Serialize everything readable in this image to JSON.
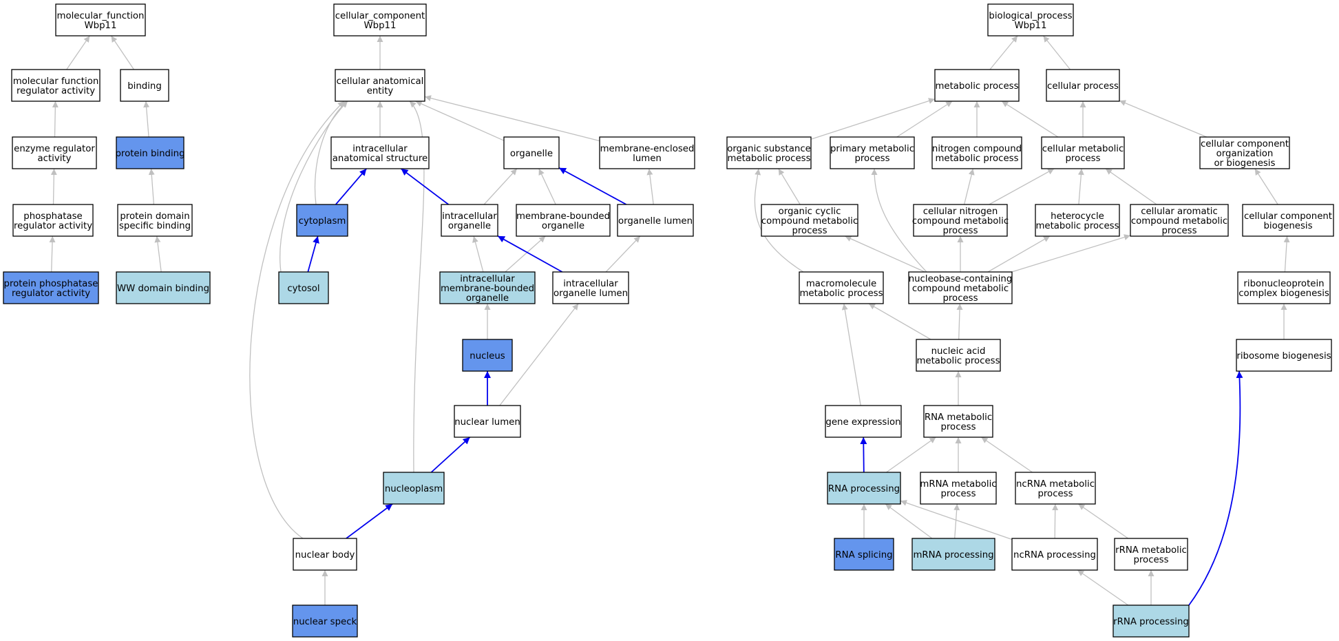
{
  "colors": {
    "plain": "#ffffff",
    "direct": "#6495ed",
    "inferred": "#add8e6",
    "edge_gray": "#c0c0c0",
    "edge_blue": "#0000ee"
  },
  "nodes": [
    {
      "id": "mf_root",
      "lines": [
        "molecular_function",
        "Wbp11"
      ],
      "fill": "plain"
    },
    {
      "id": "mf_reg",
      "lines": [
        "molecular function",
        "regulator activity"
      ],
      "fill": "plain"
    },
    {
      "id": "binding",
      "lines": [
        "binding"
      ],
      "fill": "plain"
    },
    {
      "id": "enz_reg",
      "lines": [
        "enzyme regulator",
        "activity"
      ],
      "fill": "plain"
    },
    {
      "id": "prot_binding",
      "lines": [
        "protein binding"
      ],
      "fill": "direct"
    },
    {
      "id": "phos_reg",
      "lines": [
        "phosphatase",
        "regulator activity"
      ],
      "fill": "plain"
    },
    {
      "id": "pd_binding",
      "lines": [
        "protein domain",
        "specific binding"
      ],
      "fill": "plain"
    },
    {
      "id": "pp_reg",
      "lines": [
        "protein phosphatase",
        "regulator activity"
      ],
      "fill": "direct"
    },
    {
      "id": "ww_binding",
      "lines": [
        "WW domain binding"
      ],
      "fill": "inferred"
    },
    {
      "id": "cc_root",
      "lines": [
        "cellular_component",
        "Wbp11"
      ],
      "fill": "plain"
    },
    {
      "id": "cae",
      "lines": [
        "cellular anatomical",
        "entity"
      ],
      "fill": "plain"
    },
    {
      "id": "ias",
      "lines": [
        "intracellular",
        "anatomical structure"
      ],
      "fill": "plain"
    },
    {
      "id": "organelle",
      "lines": [
        "organelle"
      ],
      "fill": "plain"
    },
    {
      "id": "mel",
      "lines": [
        "membrane-enclosed",
        "lumen"
      ],
      "fill": "plain"
    },
    {
      "id": "cytoplasm",
      "lines": [
        "cytoplasm"
      ],
      "fill": "direct"
    },
    {
      "id": "io",
      "lines": [
        "intracellular",
        "organelle"
      ],
      "fill": "plain"
    },
    {
      "id": "mbo",
      "lines": [
        "membrane-bounded",
        "organelle"
      ],
      "fill": "plain"
    },
    {
      "id": "ol",
      "lines": [
        "organelle lumen"
      ],
      "fill": "plain"
    },
    {
      "id": "cytosol",
      "lines": [
        "cytosol"
      ],
      "fill": "inferred"
    },
    {
      "id": "imbo",
      "lines": [
        "intracellular",
        "membrane-bounded",
        "organelle"
      ],
      "fill": "inferred"
    },
    {
      "id": "iol",
      "lines": [
        "intracellular",
        "organelle lumen"
      ],
      "fill": "plain"
    },
    {
      "id": "nucleus",
      "lines": [
        "nucleus"
      ],
      "fill": "direct"
    },
    {
      "id": "nlumen",
      "lines": [
        "nuclear lumen"
      ],
      "fill": "plain"
    },
    {
      "id": "nucleoplasm",
      "lines": [
        "nucleoplasm"
      ],
      "fill": "inferred"
    },
    {
      "id": "nbody",
      "lines": [
        "nuclear body"
      ],
      "fill": "plain"
    },
    {
      "id": "nspeck",
      "lines": [
        "nuclear speck"
      ],
      "fill": "direct"
    },
    {
      "id": "bp_root",
      "lines": [
        "biological_process",
        "Wbp11"
      ],
      "fill": "plain"
    },
    {
      "id": "metab",
      "lines": [
        "metabolic process"
      ],
      "fill": "plain"
    },
    {
      "id": "cellproc",
      "lines": [
        "cellular process"
      ],
      "fill": "plain"
    },
    {
      "id": "osm",
      "lines": [
        "organic substance",
        "metabolic process"
      ],
      "fill": "plain"
    },
    {
      "id": "pm",
      "lines": [
        "primary metabolic",
        "process"
      ],
      "fill": "plain"
    },
    {
      "id": "ncm",
      "lines": [
        "nitrogen compound",
        "metabolic process"
      ],
      "fill": "plain"
    },
    {
      "id": "cmp",
      "lines": [
        "cellular metabolic",
        "process"
      ],
      "fill": "plain"
    },
    {
      "id": "ccob",
      "lines": [
        "cellular component",
        "organization",
        "or biogenesis"
      ],
      "fill": "plain"
    },
    {
      "id": "occm",
      "lines": [
        "organic cyclic",
        "compound metabolic",
        "process"
      ],
      "fill": "plain"
    },
    {
      "id": "cncm",
      "lines": [
        "cellular nitrogen",
        "compound metabolic",
        "process"
      ],
      "fill": "plain"
    },
    {
      "id": "hmp",
      "lines": [
        "heterocycle",
        "metabolic process"
      ],
      "fill": "plain"
    },
    {
      "id": "cacm",
      "lines": [
        "cellular aromatic",
        "compound metabolic",
        "process"
      ],
      "fill": "plain"
    },
    {
      "id": "ccb",
      "lines": [
        "cellular component",
        "biogenesis"
      ],
      "fill": "plain"
    },
    {
      "id": "mmp",
      "lines": [
        "macromolecule",
        "metabolic process"
      ],
      "fill": "plain"
    },
    {
      "id": "nbcm",
      "lines": [
        "nucleobase-containing",
        "compound metabolic",
        "process"
      ],
      "fill": "plain"
    },
    {
      "id": "rcb",
      "lines": [
        "ribonucleoprotein",
        "complex biogenesis"
      ],
      "fill": "plain"
    },
    {
      "id": "namp",
      "lines": [
        "nucleic acid",
        "metabolic process"
      ],
      "fill": "plain"
    },
    {
      "id": "ribo",
      "lines": [
        "ribosome biogenesis"
      ],
      "fill": "plain"
    },
    {
      "id": "gexp",
      "lines": [
        "gene expression"
      ],
      "fill": "plain"
    },
    {
      "id": "rnamp",
      "lines": [
        "RNA metabolic",
        "process"
      ],
      "fill": "plain"
    },
    {
      "id": "rnaproc",
      "lines": [
        "RNA processing"
      ],
      "fill": "inferred"
    },
    {
      "id": "mrnamp",
      "lines": [
        "mRNA metabolic",
        "process"
      ],
      "fill": "plain"
    },
    {
      "id": "ncrnamp",
      "lines": [
        "ncRNA metabolic",
        "process"
      ],
      "fill": "plain"
    },
    {
      "id": "rnasplice",
      "lines": [
        "RNA splicing"
      ],
      "fill": "direct"
    },
    {
      "id": "mrnaproc",
      "lines": [
        "mRNA processing"
      ],
      "fill": "inferred"
    },
    {
      "id": "ncrnaproc",
      "lines": [
        "ncRNA processing"
      ],
      "fill": "plain"
    },
    {
      "id": "rrnamp",
      "lines": [
        "rRNA metabolic",
        "process"
      ],
      "fill": "plain"
    },
    {
      "id": "rrnaproc",
      "lines": [
        "rRNA processing"
      ],
      "fill": "inferred"
    }
  ],
  "edges": [
    {
      "from": "mf_reg",
      "to": "mf_root",
      "color": "gray"
    },
    {
      "from": "binding",
      "to": "mf_root",
      "color": "gray"
    },
    {
      "from": "enz_reg",
      "to": "mf_reg",
      "color": "gray"
    },
    {
      "from": "prot_binding",
      "to": "binding",
      "color": "gray"
    },
    {
      "from": "phos_reg",
      "to": "enz_reg",
      "color": "gray"
    },
    {
      "from": "pd_binding",
      "to": "prot_binding",
      "color": "gray"
    },
    {
      "from": "pp_reg",
      "to": "phos_reg",
      "color": "gray"
    },
    {
      "from": "ww_binding",
      "to": "pd_binding",
      "color": "gray"
    },
    {
      "from": "cae",
      "to": "cc_root",
      "color": "gray"
    },
    {
      "from": "ias",
      "to": "cae",
      "color": "gray"
    },
    {
      "from": "organelle",
      "to": "cae",
      "color": "gray"
    },
    {
      "from": "mel",
      "to": "cae",
      "color": "gray"
    },
    {
      "from": "cytoplasm",
      "to": "cae",
      "color": "gray"
    },
    {
      "from": "cytosol",
      "to": "cae",
      "color": "gray"
    },
    {
      "from": "nucleoplasm",
      "to": "cae",
      "color": "gray"
    },
    {
      "from": "nbody",
      "to": "cae",
      "color": "gray"
    },
    {
      "from": "cytoplasm",
      "to": "ias",
      "color": "blue"
    },
    {
      "from": "io",
      "to": "ias",
      "color": "blue"
    },
    {
      "from": "io",
      "to": "organelle",
      "color": "gray"
    },
    {
      "from": "mbo",
      "to": "organelle",
      "color": "gray"
    },
    {
      "from": "ol",
      "to": "organelle",
      "color": "blue"
    },
    {
      "from": "ol",
      "to": "mel",
      "color": "gray"
    },
    {
      "from": "cytosol",
      "to": "cytoplasm",
      "color": "blue"
    },
    {
      "from": "imbo",
      "to": "io",
      "color": "gray"
    },
    {
      "from": "imbo",
      "to": "mbo",
      "color": "gray"
    },
    {
      "from": "iol",
      "to": "io",
      "color": "blue"
    },
    {
      "from": "iol",
      "to": "ol",
      "color": "gray"
    },
    {
      "from": "nucleus",
      "to": "imbo",
      "color": "gray"
    },
    {
      "from": "nlumen",
      "to": "nucleus",
      "color": "blue"
    },
    {
      "from": "nlumen",
      "to": "iol",
      "color": "gray"
    },
    {
      "from": "nucleoplasm",
      "to": "nlumen",
      "color": "blue"
    },
    {
      "from": "nbody",
      "to": "nucleoplasm",
      "color": "blue"
    },
    {
      "from": "nspeck",
      "to": "nbody",
      "color": "gray"
    },
    {
      "from": "metab",
      "to": "bp_root",
      "color": "gray"
    },
    {
      "from": "cellproc",
      "to": "bp_root",
      "color": "gray"
    },
    {
      "from": "osm",
      "to": "metab",
      "color": "gray"
    },
    {
      "from": "pm",
      "to": "metab",
      "color": "gray"
    },
    {
      "from": "ncm",
      "to": "metab",
      "color": "gray"
    },
    {
      "from": "cmp",
      "to": "metab",
      "color": "gray"
    },
    {
      "from": "cmp",
      "to": "cellproc",
      "color": "gray"
    },
    {
      "from": "ccob",
      "to": "cellproc",
      "color": "gray"
    },
    {
      "from": "occm",
      "to": "osm",
      "color": "gray"
    },
    {
      "from": "cncm",
      "to": "ncm",
      "color": "gray"
    },
    {
      "from": "cncm",
      "to": "cmp",
      "color": "gray"
    },
    {
      "from": "hmp",
      "to": "cmp",
      "color": "gray"
    },
    {
      "from": "cacm",
      "to": "cmp",
      "color": "gray"
    },
    {
      "from": "ccb",
      "to": "ccob",
      "color": "gray"
    },
    {
      "from": "mmp",
      "to": "osm",
      "color": "gray"
    },
    {
      "from": "nbcm",
      "to": "pm",
      "color": "gray"
    },
    {
      "from": "nbcm",
      "to": "occm",
      "color": "gray"
    },
    {
      "from": "nbcm",
      "to": "cncm",
      "color": "gray"
    },
    {
      "from": "nbcm",
      "to": "hmp",
      "color": "gray"
    },
    {
      "from": "nbcm",
      "to": "cacm",
      "color": "gray"
    },
    {
      "from": "rcb",
      "to": "ccb",
      "color": "gray"
    },
    {
      "from": "namp",
      "to": "mmp",
      "color": "gray"
    },
    {
      "from": "namp",
      "to": "nbcm",
      "color": "gray"
    },
    {
      "from": "ribo",
      "to": "rcb",
      "color": "gray"
    },
    {
      "from": "gexp",
      "to": "mmp",
      "color": "gray"
    },
    {
      "from": "rnamp",
      "to": "namp",
      "color": "gray"
    },
    {
      "from": "rnaproc",
      "to": "gexp",
      "color": "blue"
    },
    {
      "from": "rnaproc",
      "to": "rnamp",
      "color": "gray"
    },
    {
      "from": "mrnamp",
      "to": "rnamp",
      "color": "gray"
    },
    {
      "from": "ncrnamp",
      "to": "rnamp",
      "color": "gray"
    },
    {
      "from": "rnasplice",
      "to": "rnaproc",
      "color": "gray"
    },
    {
      "from": "mrnaproc",
      "to": "rnaproc",
      "color": "gray"
    },
    {
      "from": "mrnaproc",
      "to": "mrnamp",
      "color": "gray"
    },
    {
      "from": "ncrnaproc",
      "to": "rnaproc",
      "color": "gray"
    },
    {
      "from": "ncrnaproc",
      "to": "ncrnamp",
      "color": "gray"
    },
    {
      "from": "rrnamp",
      "to": "ncrnamp",
      "color": "gray"
    },
    {
      "from": "rrnaproc",
      "to": "ncrnaproc",
      "color": "gray"
    },
    {
      "from": "rrnaproc",
      "to": "rrnamp",
      "color": "gray"
    },
    {
      "from": "rrnaproc",
      "to": "ribo",
      "color": "blue"
    }
  ]
}
